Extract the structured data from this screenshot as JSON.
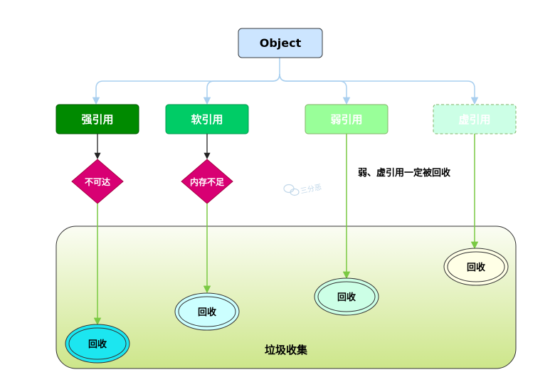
{
  "root": {
    "label": "Object"
  },
  "references": [
    {
      "label": "强引用",
      "condition": "不可达",
      "result": "回收"
    },
    {
      "label": "软引用",
      "condition": "内存不足",
      "result": "回收"
    },
    {
      "label": "弱引用",
      "result": "回收"
    },
    {
      "label": "虚引用",
      "result": "回收"
    }
  ],
  "note": "弱、虚引用一定被回收",
  "gc_area": {
    "label": "垃圾收集"
  },
  "watermark": "三分恶",
  "colors": {
    "root_fill": "#cce5ff",
    "strong": "#008a00",
    "soft": "#00cc66",
    "weak": "#99ff99",
    "phantom": "#ccffe6",
    "diamond": "#d80073",
    "connector_blue": "#a9cfef",
    "arrow_green": "#7ac943",
    "ellipse_strong": "#1ce6f0",
    "ellipse_soft": "#ccffff",
    "ellipse_weak": "#ccffe6",
    "ellipse_phantom": "#ffffe6"
  }
}
